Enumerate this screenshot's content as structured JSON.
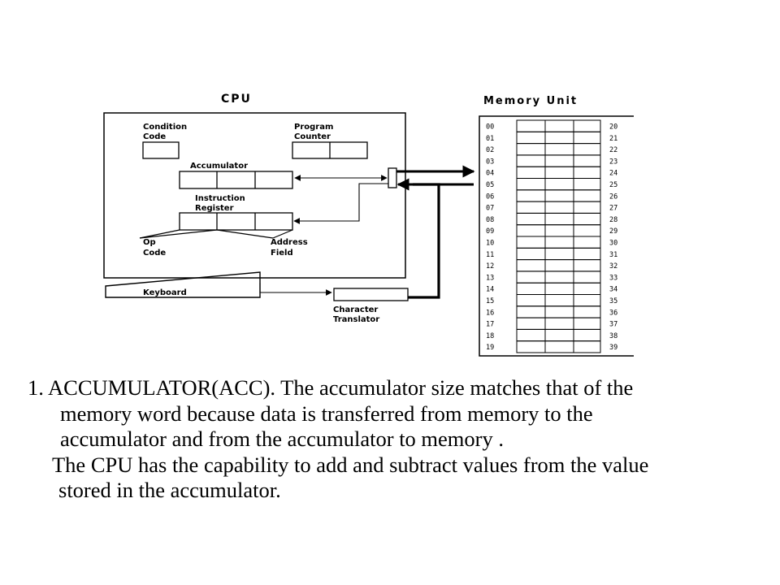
{
  "diagram": {
    "cpu_title": "CPU",
    "memory_title": "Memory Unit",
    "condition_code": [
      "Condition",
      "Code"
    ],
    "program_counter": [
      "Program",
      "Counter"
    ],
    "accumulator": "Accumulator",
    "instruction_register": [
      "Instruction",
      "Register"
    ],
    "op_code": [
      "Op",
      "Code"
    ],
    "address_field": [
      "Address",
      "Field"
    ],
    "keyboard": "Keyboard",
    "character_translator": [
      "Character",
      "Translator"
    ],
    "addresses_left": [
      "00",
      "01",
      "02",
      "03",
      "04",
      "05",
      "06",
      "07",
      "08",
      "09",
      "10",
      "11",
      "12",
      "13",
      "14",
      "15",
      "16",
      "17",
      "18",
      "19"
    ],
    "addresses_right": [
      "20",
      "21",
      "22",
      "23",
      "24",
      "25",
      "26",
      "27",
      "28",
      "29",
      "30",
      "31",
      "32",
      "33",
      "34",
      "35",
      "36",
      "37",
      "38",
      "39"
    ]
  },
  "caption": {
    "lines": [
      "1. ACCUMULATOR(ACC).  The accumulator size matches that of the",
      "memory word because data is transferred from memory to the",
      "accumulator and from the accumulator to memory .",
      "The CPU has the capability to add and subtract values from the value",
      "stored in the accumulator."
    ]
  }
}
